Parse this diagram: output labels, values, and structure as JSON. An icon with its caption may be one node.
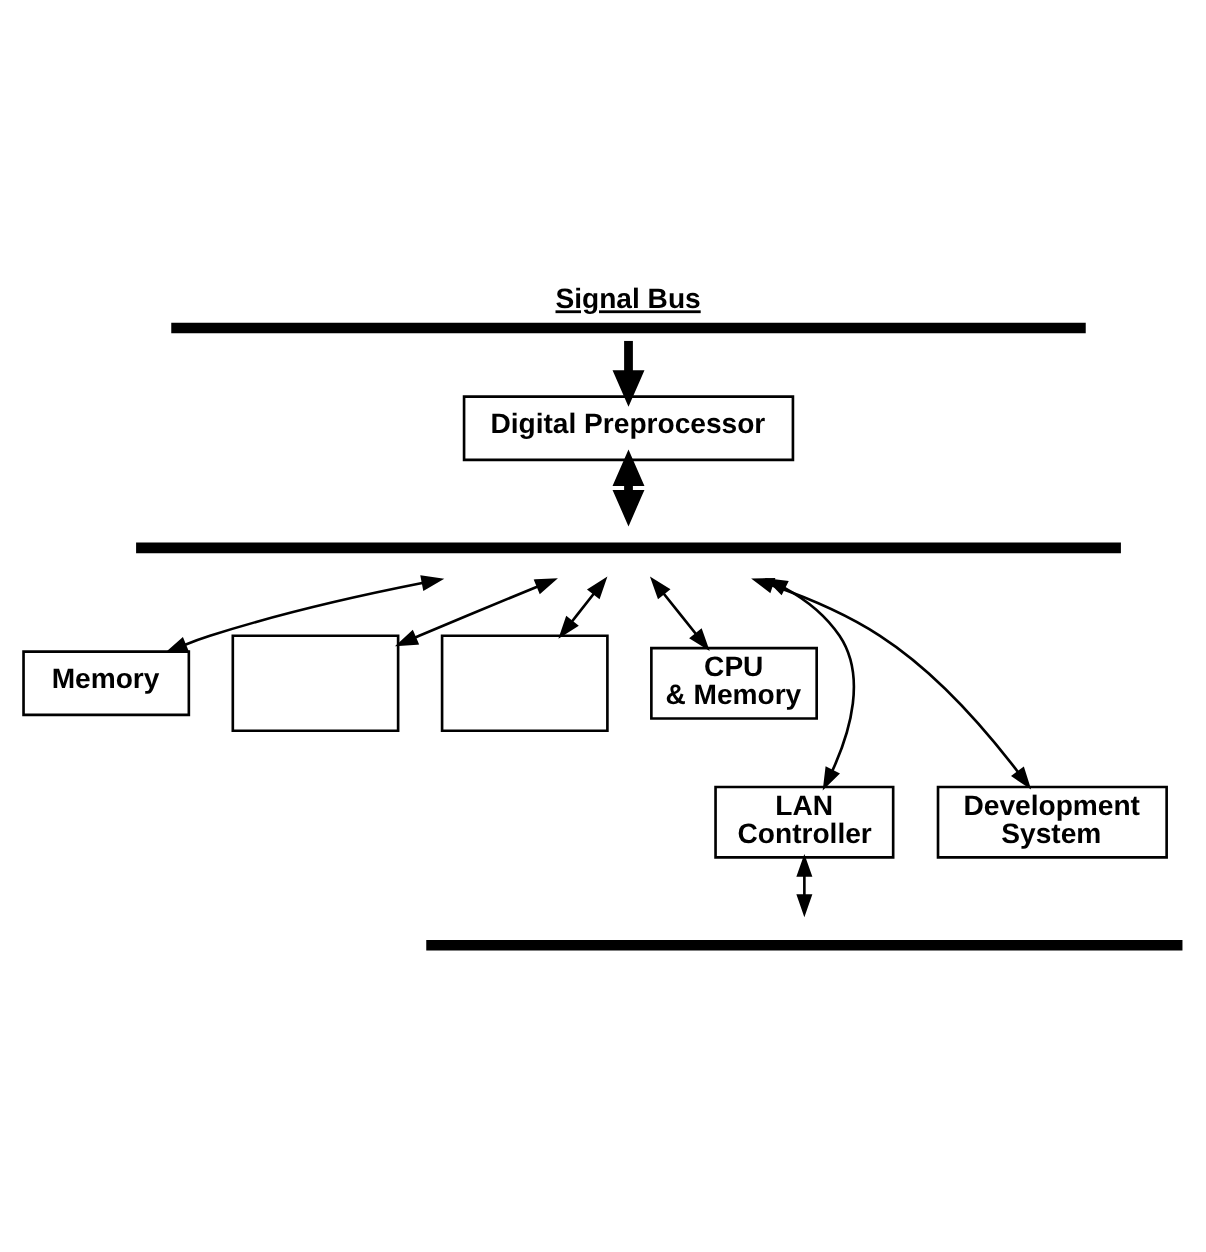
{
  "diagram": {
    "nodes": [
      {
        "text": [
          "Signal Bus"
        ]
      },
      {
        "text": [
          "Digital Preprocessor"
        ]
      },
      {
        "text": [],
        "shape": "bar"
      },
      {
        "text": [
          "Memory"
        ]
      },
      {
        "text": [],
        "shape": "box"
      },
      {
        "text": [],
        "shape": "box"
      },
      {
        "text": [
          "CPU & Memory"
        ]
      },
      {
        "text": [
          "LAN Controller"
        ]
      },
      {
        "text": [
          "Development System"
        ]
      },
      {
        "text": [],
        "shape": "bar"
      }
    ],
    "edges": [
      {
        "from": 0,
        "to": 1,
        "arrow": "to",
        "style": "thick"
      },
      {
        "from": 1,
        "to": 2,
        "arrow": "both",
        "style": "thick"
      },
      {
        "from": 2,
        "to": 3,
        "arrow": "both"
      },
      {
        "from": 2,
        "to": 4,
        "arrow": "both"
      },
      {
        "from": 2,
        "to": 5,
        "arrow": "both"
      },
      {
        "from": 2,
        "to": 6,
        "arrow": "both"
      },
      {
        "from": 2,
        "to": 7,
        "arrow": "both"
      },
      {
        "from": 2,
        "to": 8,
        "arrow": "both"
      },
      {
        "from": 7,
        "to": 9,
        "arrow": "both"
      }
    ]
  }
}
